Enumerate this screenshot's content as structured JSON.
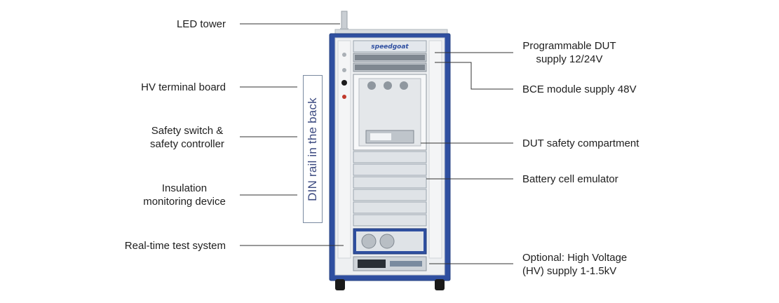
{
  "diagram": {
    "left_labels": {
      "led_tower": "LED tower",
      "hv_terminal": "HV terminal board",
      "safety_switch_1": "Safety switch &",
      "safety_switch_2": "safety controller",
      "insulation_1": "Insulation",
      "insulation_2": "monitoring device",
      "realtime": "Real-time test system"
    },
    "right_labels": {
      "prog_dut_1": "Programmable DUT",
      "prog_dut_2": "supply 12/24V",
      "bce_supply": "BCE module supply 48V",
      "dut_safety": "DUT safety compartment",
      "battery_cell": "Battery cell emulator",
      "hv_supply_1": "Optional: High Voltage",
      "hv_supply_2": "(HV) supply 1-1.5kV"
    },
    "din_rail": "DIN rail in the back",
    "brand": "speedgoat",
    "colors": {
      "frame_blue": "#2f4fa0",
      "panel_grey": "#e9ecef",
      "line": "#333333"
    }
  }
}
